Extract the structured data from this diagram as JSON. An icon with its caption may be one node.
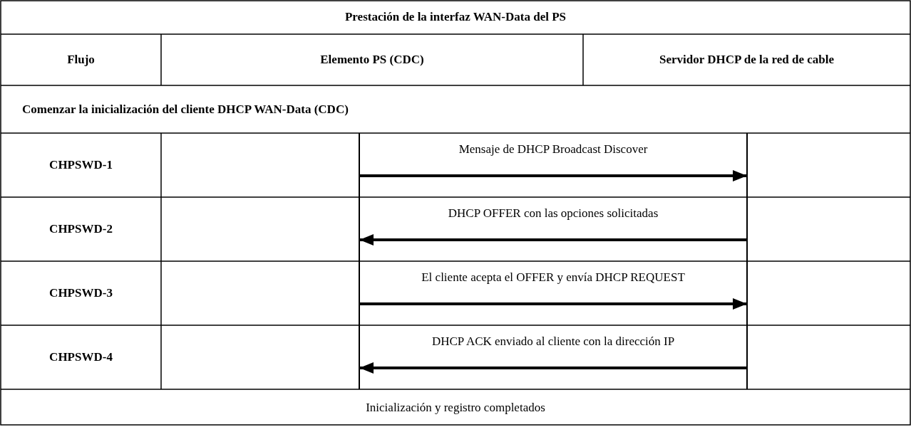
{
  "diagram": {
    "title": "Prestación de la interfaz WAN-Data del PS",
    "nodes": [
      {
        "text": [],
        "shape": "bar"
      },
      {
        "text": [],
        "shape": "bar"
      }
    ],
    "edges": [
      {
        "from": 0,
        "to": 1,
        "arrow": "to",
        "label": "Mensaje de DHCP Broadcast Discover"
      },
      {
        "from": 1,
        "to": 0,
        "arrow": "to",
        "label": "DHCP OFFER con las opciones solicitadas"
      },
      {
        "from": 0,
        "to": 1,
        "arrow": "to",
        "label": "El cliente acepta el OFFER y envía DHCP REQUEST"
      },
      {
        "from": 1,
        "to": 0,
        "arrow": "to",
        "label": "DHCP ACK enviado al cliente con la dirección IP"
      }
    ],
    "labels": [
      "Flujo",
      "Elemento PS (CDC)",
      "Servidor DHCP de la red de cable",
      "Comenzar la inicialización del cliente DHCP WAN-Data (CDC)",
      "CHPSWD-1",
      "CHPSWD-2",
      "CHPSWD-3",
      "CHPSWD-4",
      "Inicialización y registro completados"
    ]
  }
}
